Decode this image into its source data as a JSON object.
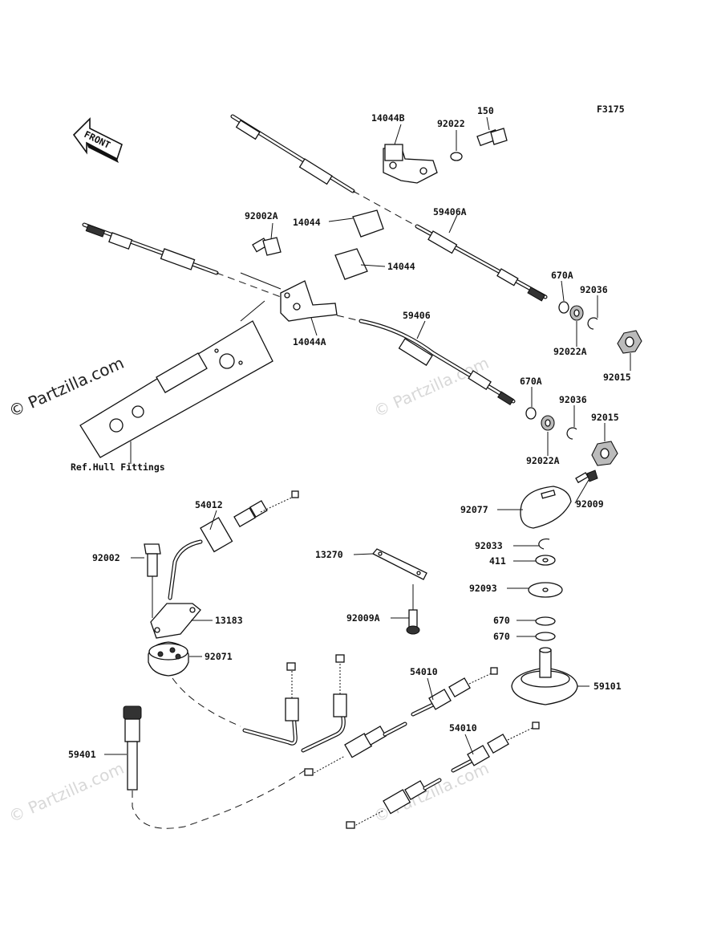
{
  "figure_code": "F3175",
  "front_label": "FRONT",
  "watermarks": [
    {
      "id": "left",
      "text": "© Partzilla.com"
    },
    {
      "id": "mid",
      "text": "© Partzilla.com"
    },
    {
      "id": "bottom-left",
      "text": "© Partzilla.com"
    },
    {
      "id": "bottom-mid",
      "text": "© Partzilla.com"
    }
  ],
  "part_labels": {
    "p14044B": "14044B",
    "p92022": "92022",
    "p150": "150",
    "p92002A": "92002A",
    "p14044_top": "14044",
    "p14044_mid": "14044",
    "p59406A": "59406A",
    "p670A_1": "670A",
    "p92036_1": "92036",
    "p92022A_1": "92022A",
    "p92015_1": "92015",
    "p14044A": "14044A",
    "p59406": "59406",
    "p670A_2": "670A",
    "p92036_2": "92036",
    "p92015_2": "92015",
    "p92022A_2": "92022A",
    "p_hull": "Ref.Hull Fittings",
    "p54012": "54012",
    "p92002": "92002",
    "p13183": "13183",
    "p92071": "92071",
    "p13270": "13270",
    "p92009A": "92009A",
    "p92077": "92077",
    "p92009": "92009",
    "p92033": "92033",
    "p411": "411",
    "p92093": "92093",
    "p670_1": "670",
    "p670_2": "670",
    "p54010_1": "54010",
    "p59101": "59101",
    "p54010_2": "54010",
    "p59401": "59401"
  }
}
